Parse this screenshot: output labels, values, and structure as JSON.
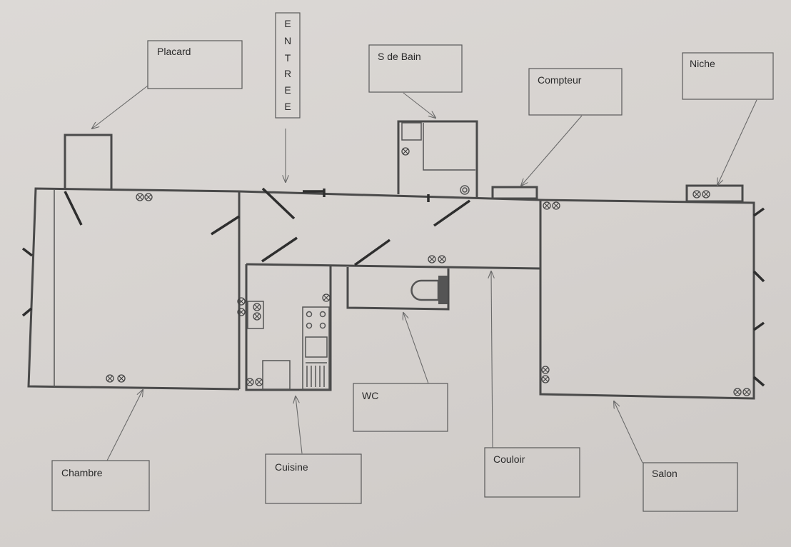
{
  "title": "Floor plan",
  "labels": {
    "placard": "Placard",
    "entree": [
      "E",
      "N",
      "T",
      "R",
      "E",
      "E"
    ],
    "s_de_bain": "S de Bain",
    "compteur": "Compteur",
    "niche": "Niche",
    "chambre": "Chambre",
    "cuisine": "Cuisine",
    "wc": "WC",
    "couloir": "Couloir",
    "salon": "Salon"
  },
  "colors": {
    "wall": "#4a4a4a",
    "background": "#d8d5d2"
  }
}
